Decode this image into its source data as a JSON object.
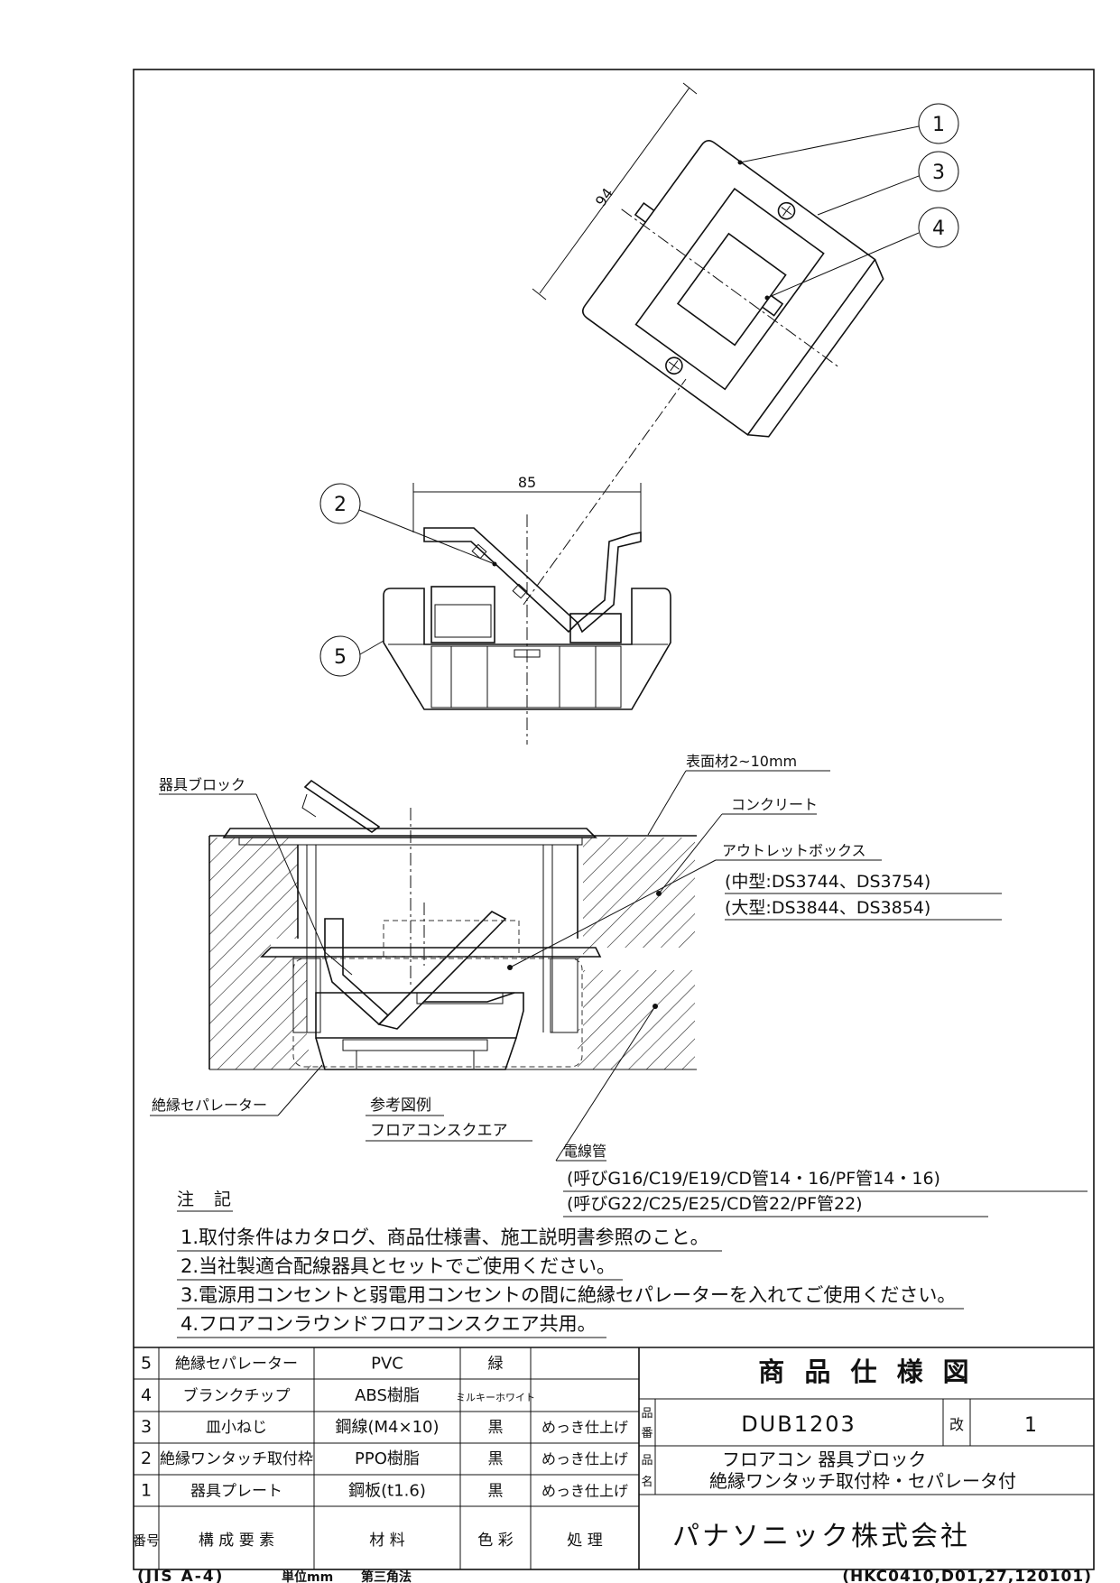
{
  "dimensions": {
    "d94": "94",
    "d85": "85"
  },
  "balloons": {
    "b1": "1",
    "b2": "2",
    "b3": "3",
    "b4": "4",
    "b5": "5"
  },
  "labels": {
    "fixture_block": "器具ブロック",
    "surface": "表面材2~10mm",
    "concrete": "コンクリート",
    "outlet_box": "アウトレットボックス",
    "box_mid": "(中型:DS3744、DS3754)",
    "box_large": "(大型:DS3844、DS3854)",
    "separator": "絶縁セパレーター",
    "ref_fig": "参考図例",
    "ref_name": "フロアコンスクエア",
    "conduit": "電線管",
    "conduit_1": "(呼びG16/C19/E19/CD管14・16/PF管14・16)",
    "conduit_2": "(呼びG22/C25/E25/CD管22/PF管22)"
  },
  "notes": {
    "heading": "注 記",
    "items": [
      "1.取付条件はカタログ、商品仕様書、施工説明書参照のこと。",
      "2.当社製適合配線器具とセットでご使用ください。",
      "3.電源用コンセントと弱電用コンセントの間に絶縁セパレーターを入れてご使用ください。",
      "4.フロアコンラウンドフロアコンスクエア共用。"
    ]
  },
  "parts": {
    "rows": [
      {
        "no": "5",
        "name": "絶縁セパレーター",
        "material": "PVC",
        "color": "緑",
        "finish": ""
      },
      {
        "no": "4",
        "name": "ブランクチップ",
        "material": "ABS樹脂",
        "color": "ミルキーホワイト",
        "finish": ""
      },
      {
        "no": "3",
        "name": "皿小ねじ",
        "material": "鋼線(M4×10)",
        "color": "黒",
        "finish": "めっき仕上げ"
      },
      {
        "no": "2",
        "name": "絶縁ワンタッチ取付枠",
        "material": "PPO樹脂",
        "color": "黒",
        "finish": "めっき仕上げ"
      },
      {
        "no": "1",
        "name": "器具プレート",
        "material": "鋼板(t1.6)",
        "color": "黒",
        "finish": "めっき仕上げ"
      }
    ],
    "header": {
      "no": "番号",
      "name": "構 成 要 素",
      "material": "材 料",
      "color": "色 彩",
      "finish": "処 理"
    }
  },
  "title_block": {
    "title": "商 品 仕 様 図",
    "number_label_1": "品",
    "number_label_2": "番",
    "number": "DUB1203",
    "revision_label": "改",
    "revision": "1",
    "name_label_1": "品",
    "name_label_2": "名",
    "name_1": "フロアコン 器具ブロック",
    "name_2": "絶縁ワンタッチ取付枠・セパレータ付",
    "company": "パナソニック株式会社"
  },
  "footer": {
    "standard": "(JIS A-4)",
    "unit": "単位mm",
    "projection": "第三角法",
    "code": "(HKC0410,D01,27,120101)"
  }
}
